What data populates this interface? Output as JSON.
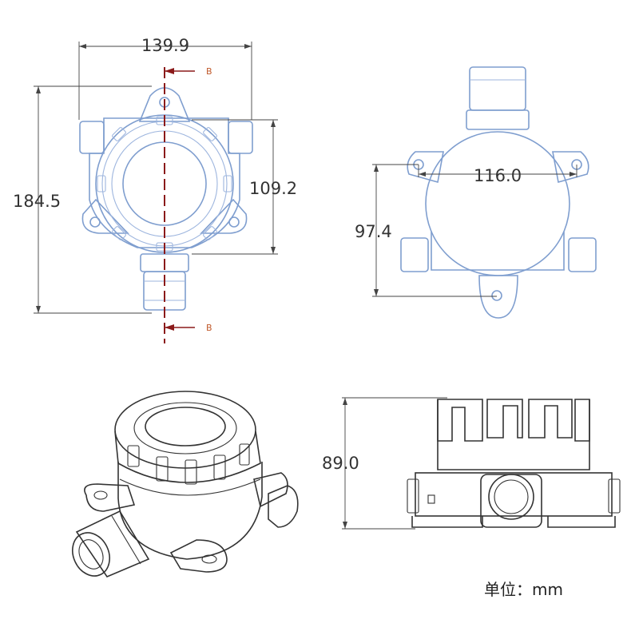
{
  "dimensions": {
    "width_top": "139.9",
    "height_overall": "184.5",
    "height_body": "109.2",
    "mount_hole_spacing": "116.0",
    "mount_height": "97.4",
    "height_side": "89.0"
  },
  "section_label": "B",
  "unit_label": "单位：mm",
  "colors": {
    "outline_front": "#7f9ecf",
    "outline_iso": "#333333",
    "section_line": "#8b1a1a",
    "section_text": "#c0582a"
  }
}
